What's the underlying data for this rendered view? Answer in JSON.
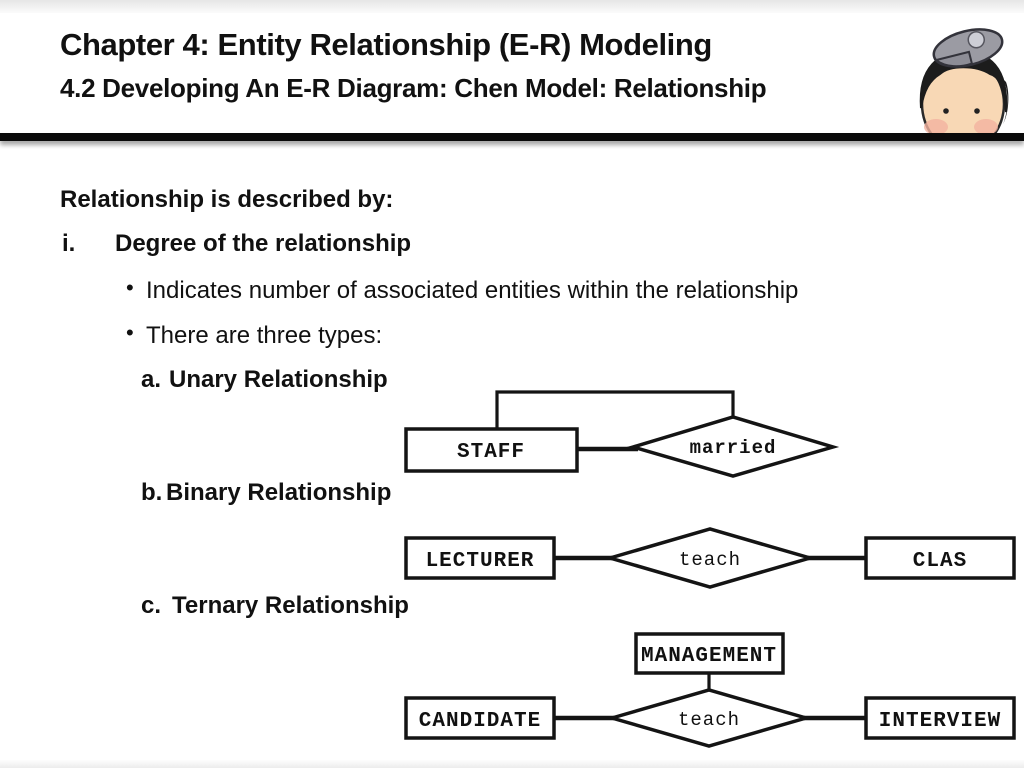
{
  "slide": {
    "header": {
      "title": "Chapter 4: Entity Relationship (E-R) Modeling",
      "subtitle": "4.2 Developing An E-R Diagram: Chen Model: Relationship"
    },
    "body": {
      "intro": "Relationship is described by:",
      "numbered_item": {
        "marker": "i.",
        "text": "Degree of the relationship"
      },
      "bullet_glyph": "•",
      "bullets": [
        "Indicates number of associated entities within the relationship",
        "There are three types:"
      ],
      "types": [
        {
          "marker": "a.",
          "label": "Unary Relationship"
        },
        {
          "marker": "b.",
          "label": "Binary Relationship"
        },
        {
          "marker": "c.",
          "label": "Ternary Relationship"
        }
      ]
    },
    "diagrams": {
      "unary": {
        "entity": "STAFF",
        "relationship": "married"
      },
      "binary": {
        "left_entity": "LECTURER",
        "relationship": "teach",
        "right_entity": "CLAS"
      },
      "ternary": {
        "top_entity": "MANAGEMENT",
        "left_entity": "CANDIDATE",
        "relationship": "teach",
        "right_entity": "INTERVIEW"
      }
    },
    "mascot": "student-with-gray-cap",
    "colors": {
      "ink": "#111111",
      "divider_black": "#0a0a0a",
      "cap_gray": "#9b9ba3",
      "cap_button_gray": "#cdced6",
      "face_peach": "#f8d8b5",
      "cheek_pink": "#f2b3a0",
      "hair_black": "#1c1c1c"
    }
  }
}
